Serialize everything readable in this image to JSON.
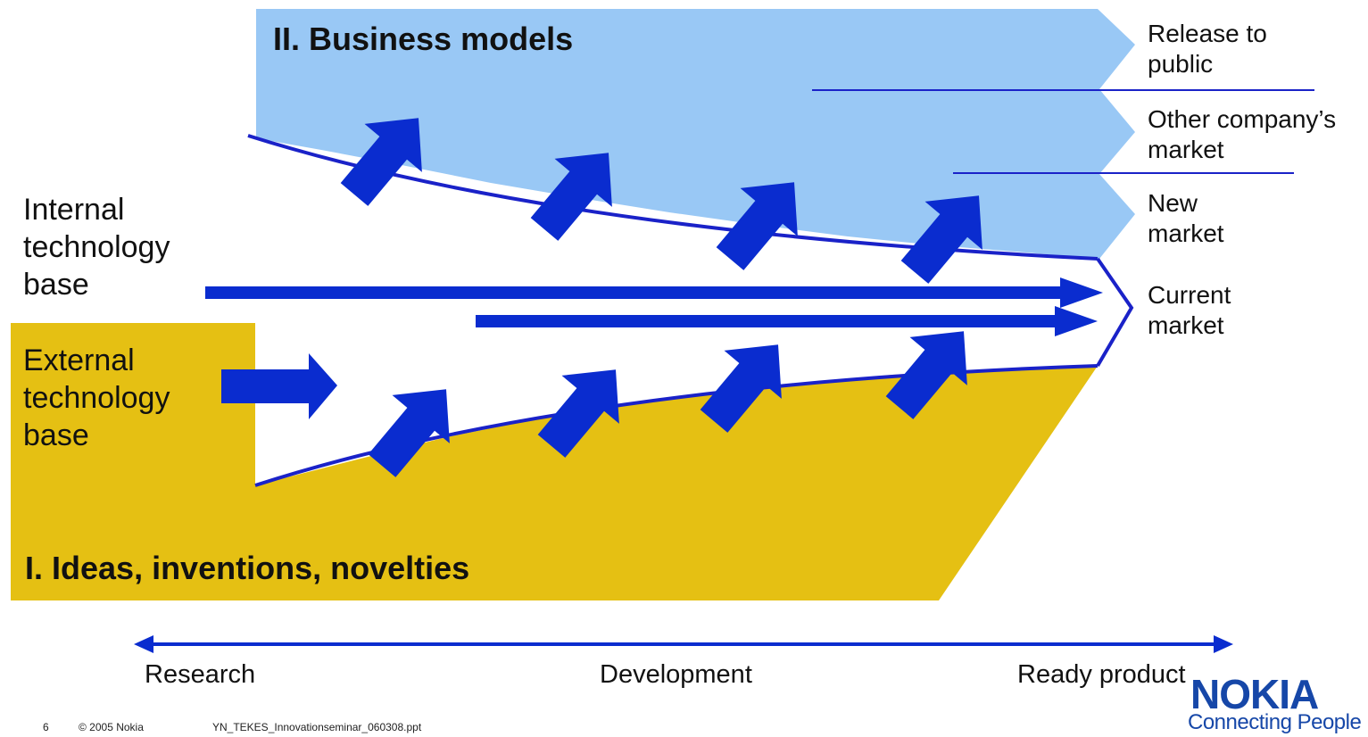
{
  "section_business": "II. Business models",
  "section_ideas": "I. Ideas, inventions, novelties",
  "left_labels": {
    "internal": [
      "Internal",
      "technology",
      "base"
    ],
    "external": [
      "External",
      "technology",
      "base"
    ]
  },
  "market_labels": {
    "release": [
      "Release to",
      "public"
    ],
    "other": [
      "Other company’s",
      "market"
    ],
    "new": [
      "New",
      "market"
    ],
    "current": [
      "Current",
      "market"
    ]
  },
  "timeline": {
    "research": "Research",
    "development": "Development",
    "ready": "Ready product"
  },
  "footer": {
    "page": "6",
    "copyright": "© 2005  Nokia",
    "file": "YN_TEKES_Innovationseminar_060308.ppt"
  },
  "logo": {
    "word": "NOKIA",
    "tagline": "Connecting People"
  },
  "colors": {
    "business_area": "#99c8f5",
    "ideas_area": "#e5c013",
    "arrow_blue": "#0a2ccf",
    "line_blue": "#1a22c8",
    "logo_blue": "#1647a8"
  }
}
